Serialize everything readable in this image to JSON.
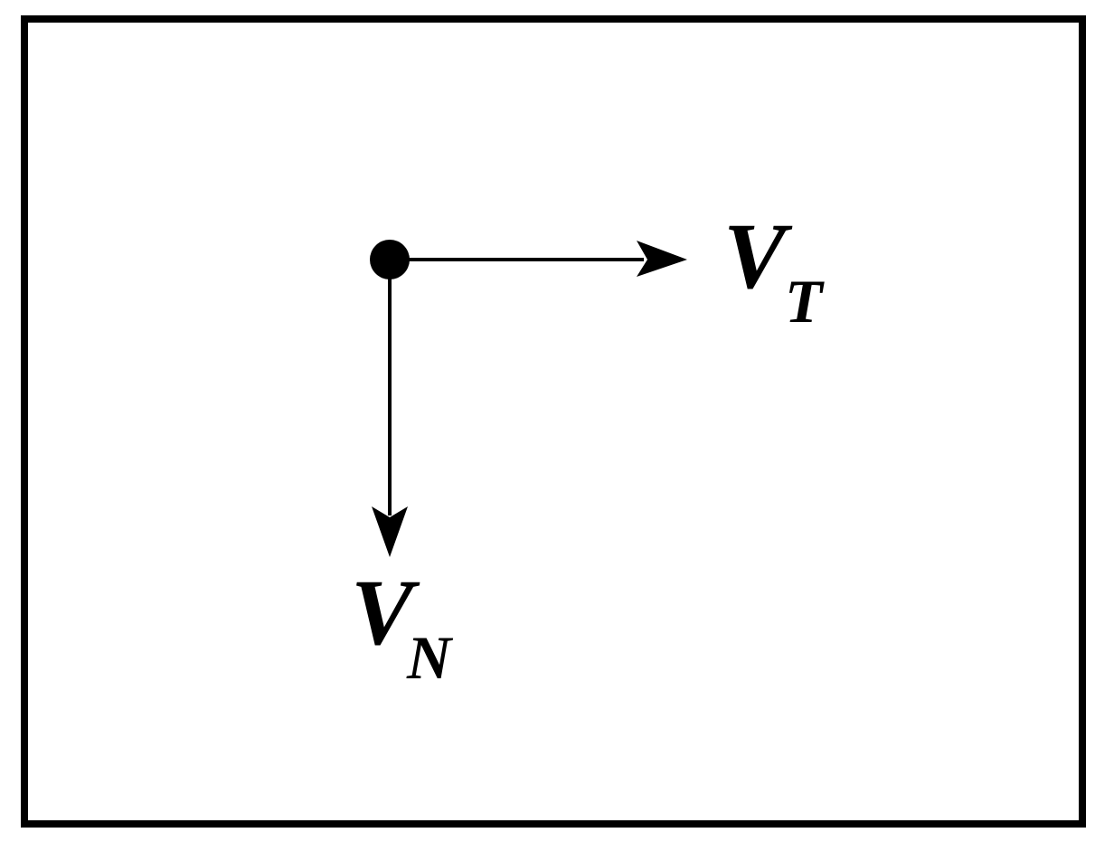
{
  "diagram": {
    "colors": {
      "ink": "#000000",
      "background": "#ffffff"
    },
    "origin_point": {
      "shape": "filled-circle"
    },
    "vector_t": {
      "direction": "right",
      "symbol": "V",
      "subscript": "T"
    },
    "vector_n": {
      "direction": "down",
      "symbol": "V",
      "subscript": "N"
    }
  }
}
